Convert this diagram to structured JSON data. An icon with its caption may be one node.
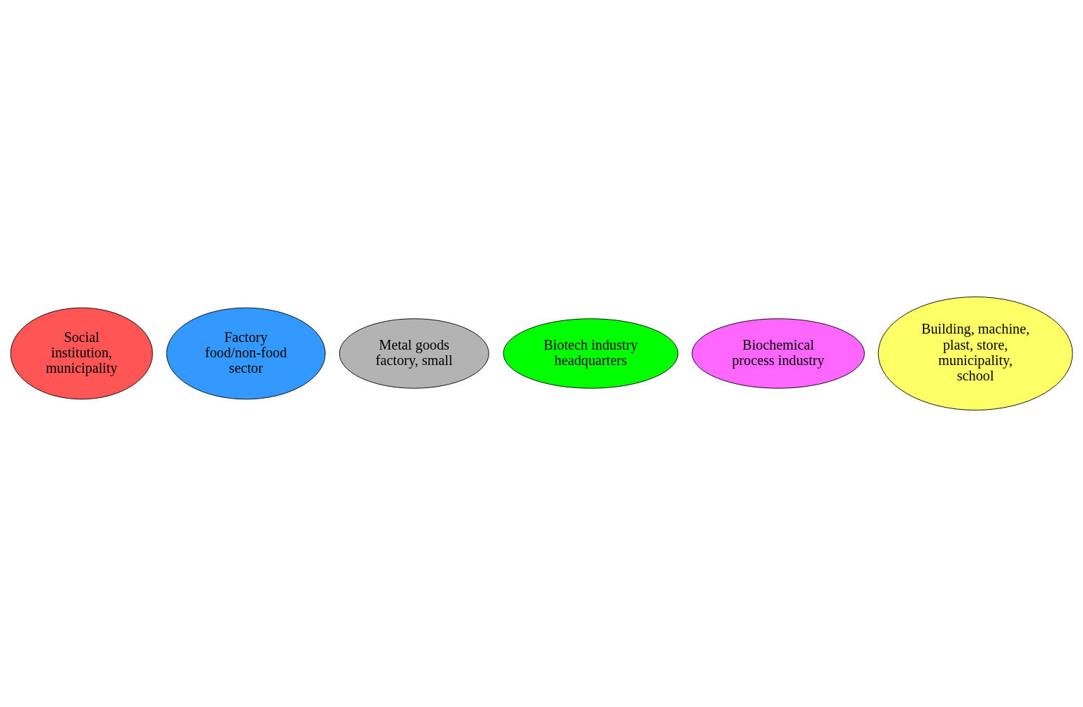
{
  "diagram": {
    "nodes": [
      {
        "text": [
          "Social institution, municipality"
        ]
      },
      {
        "text": [
          "Factory food/non-food sector"
        ]
      },
      {
        "text": [
          "Metal goods factory, small"
        ]
      },
      {
        "text": [
          "Biotech industry headquarters"
        ]
      },
      {
        "text": [
          "Biochemical process industry"
        ]
      },
      {
        "text": [
          "Building, machine, plast, store, municipality, school"
        ]
      }
    ],
    "edges": []
  }
}
